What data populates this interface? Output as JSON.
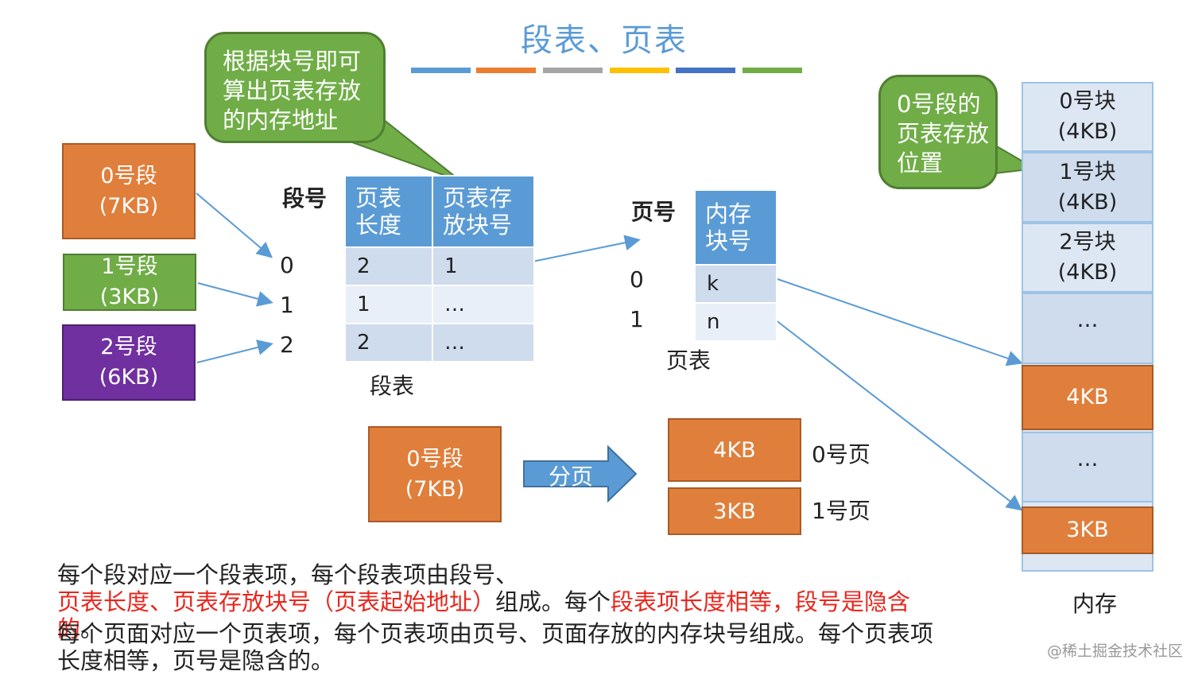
{
  "title": "段表、页表",
  "title_bar_colors": [
    "#5b9bd5",
    "#ed7d31",
    "#a5a5a5",
    "#ffc000",
    "#4472c4",
    "#70ad47"
  ],
  "callout_segment_table": "根据块号即可算出页表存放的内存地址",
  "callout_page_table_position": "0号段的页表存放位置",
  "segments": [
    {
      "name": "0号段",
      "size": "(7KB)",
      "color": "#e07f3c"
    },
    {
      "name": "1号段",
      "size": "(3KB)",
      "color": "#70ad47"
    },
    {
      "name": "2号段",
      "size": "(6KB)",
      "color": "#7030a0"
    }
  ],
  "segment_table": {
    "index_header": "段号",
    "headers": [
      "页表长度",
      "页表存放块号"
    ],
    "row_numbers": [
      "0",
      "1",
      "2"
    ],
    "rows": [
      [
        "2",
        "1"
      ],
      [
        "1",
        "…"
      ],
      [
        "2",
        "…"
      ]
    ],
    "caption": "段表"
  },
  "page_table": {
    "index_header": "页号",
    "header": "内存块号",
    "row_numbers": [
      "0",
      "1"
    ],
    "rows": [
      "k",
      "n"
    ],
    "caption": "页表"
  },
  "paging_example": {
    "segment_name": "0号段",
    "segment_size": "(7KB)",
    "arrow_label": "分页",
    "pages": [
      {
        "size": "4KB",
        "label": "0号页"
      },
      {
        "size": "3KB",
        "label": "1号页"
      }
    ]
  },
  "memory": {
    "blocks": [
      {
        "line1": "0号块",
        "line2": "(4KB)"
      },
      {
        "line1": "1号块",
        "line2": "(4KB)"
      },
      {
        "line1": "2号块",
        "line2": "(4KB)"
      },
      {
        "line1": "…"
      },
      {
        "line1": "4KB"
      },
      {
        "line1": "…"
      },
      {
        "line1": "3KB"
      }
    ],
    "caption": "内存"
  },
  "description1": {
    "a": "每个段对应一个段表项，每个段表项由段号、",
    "b": "页表长度、页表存放块号（页表起始地址）",
    "c": "组成。每个",
    "d": "段表项长度相等，段号是隐含的",
    "e": "。"
  },
  "description2": "每个页面对应一个页表项，每个页表项由页号、页面存放的内存块号组成。每个页表项长度相等，页号是隐含的。",
  "watermark": "@稀土掘金技术社区"
}
